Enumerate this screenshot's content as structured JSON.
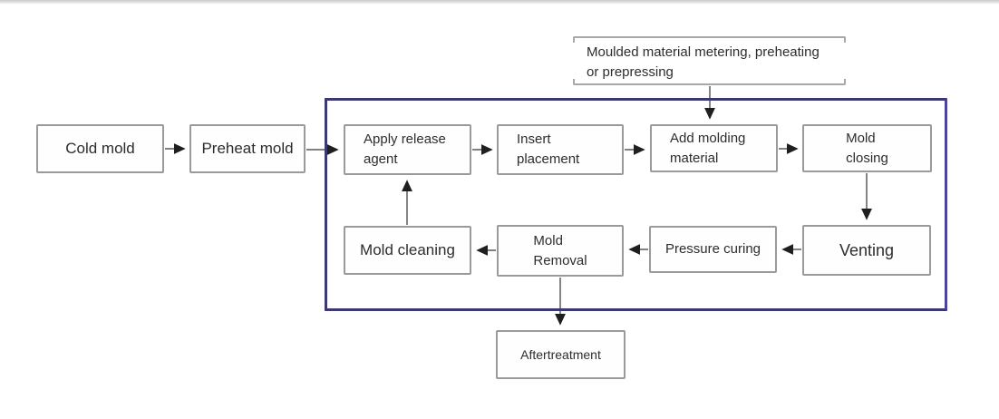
{
  "diagram": {
    "title_note": {
      "label": "Moulded material metering, preheating\nor prepressing"
    },
    "nodes": {
      "cold_mold": {
        "label": "Cold mold"
      },
      "preheat_mold": {
        "label": "Preheat mold"
      },
      "apply_release_agent": {
        "label": "Apply release\nagent"
      },
      "insert_placement": {
        "label": "Insert\nplacement"
      },
      "add_molding_material": {
        "label": "Add molding\nmaterial"
      },
      "mold_closing": {
        "label": "Mold\nclosing"
      },
      "venting": {
        "label": "Venting"
      },
      "pressure_curing": {
        "label": "Pressure curing"
      },
      "mold_removal": {
        "label": "Mold\nRemoval"
      },
      "mold_cleaning": {
        "label": "Mold cleaning"
      },
      "aftertreatment": {
        "label": "Aftertreatment"
      }
    },
    "edges": [
      {
        "from": "cold_mold",
        "to": "preheat_mold"
      },
      {
        "from": "preheat_mold",
        "to": "apply_release_agent"
      },
      {
        "from": "apply_release_agent",
        "to": "insert_placement"
      },
      {
        "from": "insert_placement",
        "to": "add_molding_material"
      },
      {
        "from": "add_molding_material",
        "to": "mold_closing"
      },
      {
        "from": "mold_closing",
        "to": "venting"
      },
      {
        "from": "venting",
        "to": "pressure_curing"
      },
      {
        "from": "pressure_curing",
        "to": "mold_removal"
      },
      {
        "from": "mold_removal",
        "to": "mold_cleaning"
      },
      {
        "from": "mold_cleaning",
        "to": "apply_release_agent"
      },
      {
        "from": "title_note",
        "to": "add_molding_material"
      },
      {
        "from": "mold_removal",
        "to": "aftertreatment"
      }
    ],
    "colors": {
      "frame_border": "#3c3873",
      "box_border": "#9a9a9a",
      "arrow_line": "#6f6f6f",
      "arrow_head": "#1f1f1f",
      "bracket": "#a8a8a8",
      "text": "#2d2d2d",
      "background": "#ffffff"
    }
  }
}
